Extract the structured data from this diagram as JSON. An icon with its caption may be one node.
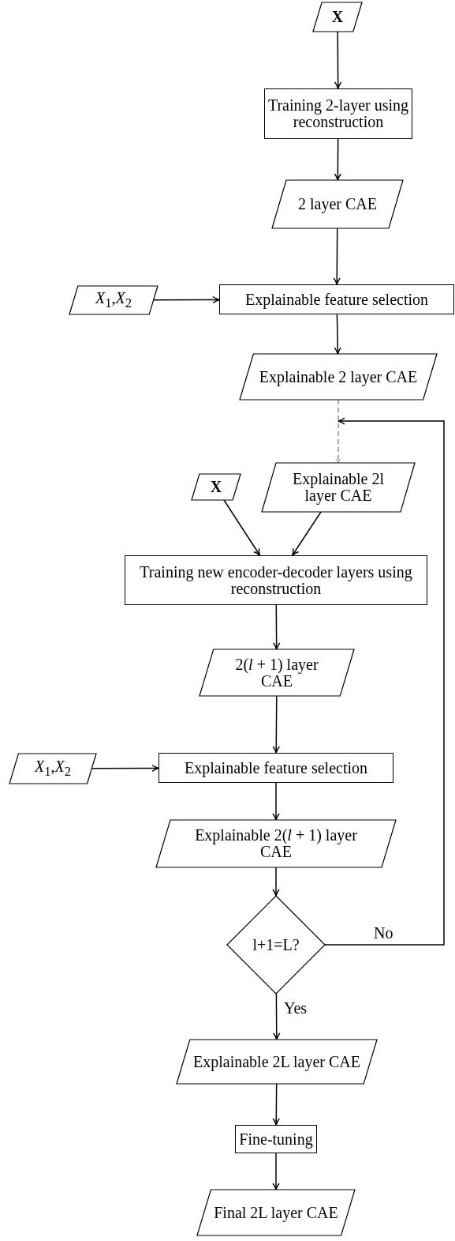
{
  "diagram": {
    "nodes": [
      {
        "text": [
          "X"
        ]
      },
      {
        "text": [
          "Training 2-layer using reconstruction"
        ]
      },
      {
        "text": [
          "2 layer CAE"
        ]
      },
      {
        "text": [
          "*X*$_{1}$,*X*$_{2}$"
        ]
      },
      {
        "text": [
          "Explainable feature selection"
        ]
      },
      {
        "text": [
          "Explainable 2 layer CAE"
        ]
      },
      {
        "text": [
          "X"
        ]
      },
      {
        "text": [
          "Explainable 2l layer CAE"
        ]
      },
      {
        "text": [
          "Training new encoder-decoder layers using reconstruction"
        ]
      },
      {
        "text": [
          "2(*l* + 1) layer CAE"
        ]
      },
      {
        "text": [
          "*X*$_{1}$,*X*$_{2}$"
        ]
      },
      {
        "text": [
          "Explainable feature selection"
        ]
      },
      {
        "text": [
          "Explainable 2(*l* + 1) layer CAE"
        ]
      },
      {
        "text": [
          "l+1=L?"
        ]
      },
      {
        "text": [
          "Explainable 2L layer CAE"
        ]
      },
      {
        "text": [
          "Fine-tuning"
        ]
      },
      {
        "text": [
          "Final 2L layer CAE"
        ]
      }
    ],
    "edges": [
      {
        "from": 0,
        "to": 1,
        "arrow": "to"
      },
      {
        "from": 1,
        "to": 2,
        "arrow": "to"
      },
      {
        "from": 2,
        "to": 4,
        "arrow": "to"
      },
      {
        "from": 3,
        "to": 4,
        "arrow": "to"
      },
      {
        "from": 4,
        "to": 5,
        "arrow": "to"
      },
      {
        "from": 5,
        "to": 7,
        "arrow": "to",
        "style": "dashed"
      },
      {
        "from": 6,
        "to": 8,
        "arrow": "to"
      },
      {
        "from": 7,
        "to": 8,
        "arrow": "to"
      },
      {
        "from": 8,
        "to": 9,
        "arrow": "to"
      },
      {
        "from": 9,
        "to": 11,
        "arrow": "to"
      },
      {
        "from": 10,
        "to": 11,
        "arrow": "to"
      },
      {
        "from": 11,
        "to": 12,
        "arrow": "to"
      },
      {
        "from": 12,
        "to": 13,
        "arrow": "to"
      },
      {
        "from": 13,
        "to": 5,
        "arrow": "to",
        "label": "No"
      },
      {
        "from": 13,
        "to": 14,
        "arrow": "to",
        "label": "Yes"
      },
      {
        "from": 14,
        "to": 15,
        "arrow": "to"
      },
      {
        "from": 15,
        "to": 16,
        "arrow": "to"
      }
    ]
  }
}
